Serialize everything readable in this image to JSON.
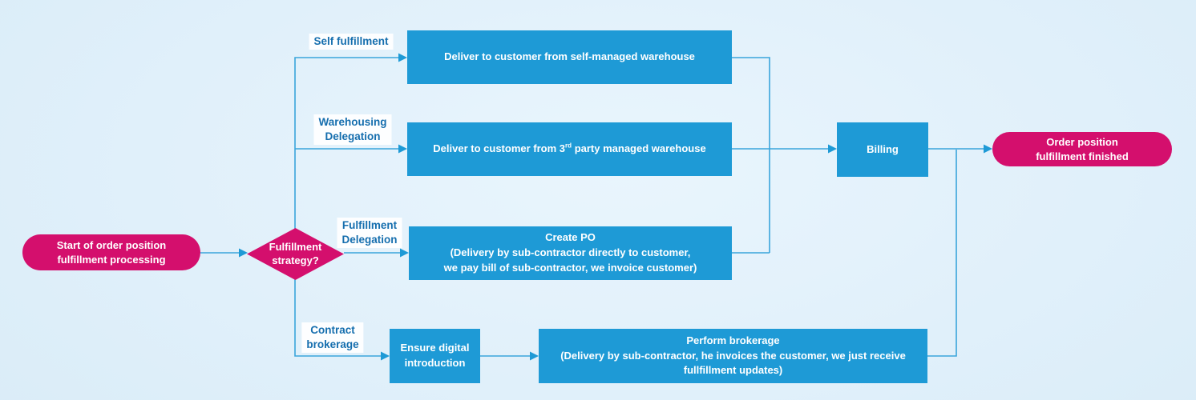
{
  "diagram": {
    "colors": {
      "process_box": "#1e9ad6",
      "terminator_pink": "#d40f6d",
      "connector_line": "#3aa5db",
      "branch_label_text": "#156eae",
      "node_text": "#ffffff",
      "background": "#ddeef9"
    },
    "nodes": {
      "start": {
        "text": "Start of order position\nfulfillment processing"
      },
      "decision": {
        "text": "Fulfillment\nstrategy?"
      },
      "self_fulfillment_box": {
        "text": "Deliver to customer from self-managed warehouse"
      },
      "warehousing_box": {
        "prefix": "Deliver to customer from 3",
        "sup": "rd",
        "suffix": " party managed warehouse"
      },
      "create_po_box": {
        "text": "Create PO\n(Delivery by sub-contractor directly to customer,\nwe pay bill of sub-contractor, we invoice customer)"
      },
      "ensure_digital_box": {
        "text": "Ensure digital\nintroduction"
      },
      "perform_brokerage_box": {
        "text": "Perform brokerage\n(Delivery by sub-contractor, he invoices the customer, we just receive\nfullfillment updates)"
      },
      "billing_box": {
        "text": "Billing"
      },
      "end": {
        "text": "Order position\nfulfillment finished"
      }
    },
    "branch_labels": {
      "self_fulfillment": "Self fulfillment",
      "warehousing_delegation": "Warehousing\nDelegation",
      "fulfillment_delegation": "Fulfillment\nDelegation",
      "contract_brokerage": "Contract\nbrokerage"
    }
  }
}
